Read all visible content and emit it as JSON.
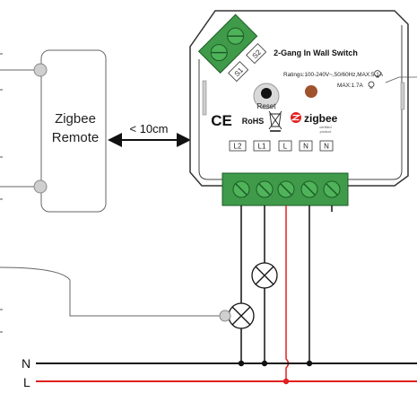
{
  "remote": {
    "line1": "Zigbee",
    "line2": "Remote"
  },
  "distance_label": "< 10cm",
  "module": {
    "title": "2-Gang In Wall Switch",
    "ratings": "Ratings:100-240V~,50/60Hz,MAX:5.1A",
    "max_secondary": "MAX:1.7A",
    "reset_label": "Reset",
    "ce_mark": "CE",
    "rohs": "RoHS",
    "zigbee_brand": "zigbee",
    "zigbee_sub1": "certified",
    "zigbee_sub2": "product",
    "switch_inputs": [
      "S1",
      "S2"
    ],
    "terminals": [
      "L2",
      "L1",
      "L",
      "N",
      "N"
    ]
  },
  "lines": {
    "neutral": "N",
    "live": "L"
  },
  "colors": {
    "live_wire": "#e0201f",
    "wire": "#111111",
    "terminal_green": "#3f9a4a",
    "indicator": "#a0522d"
  }
}
